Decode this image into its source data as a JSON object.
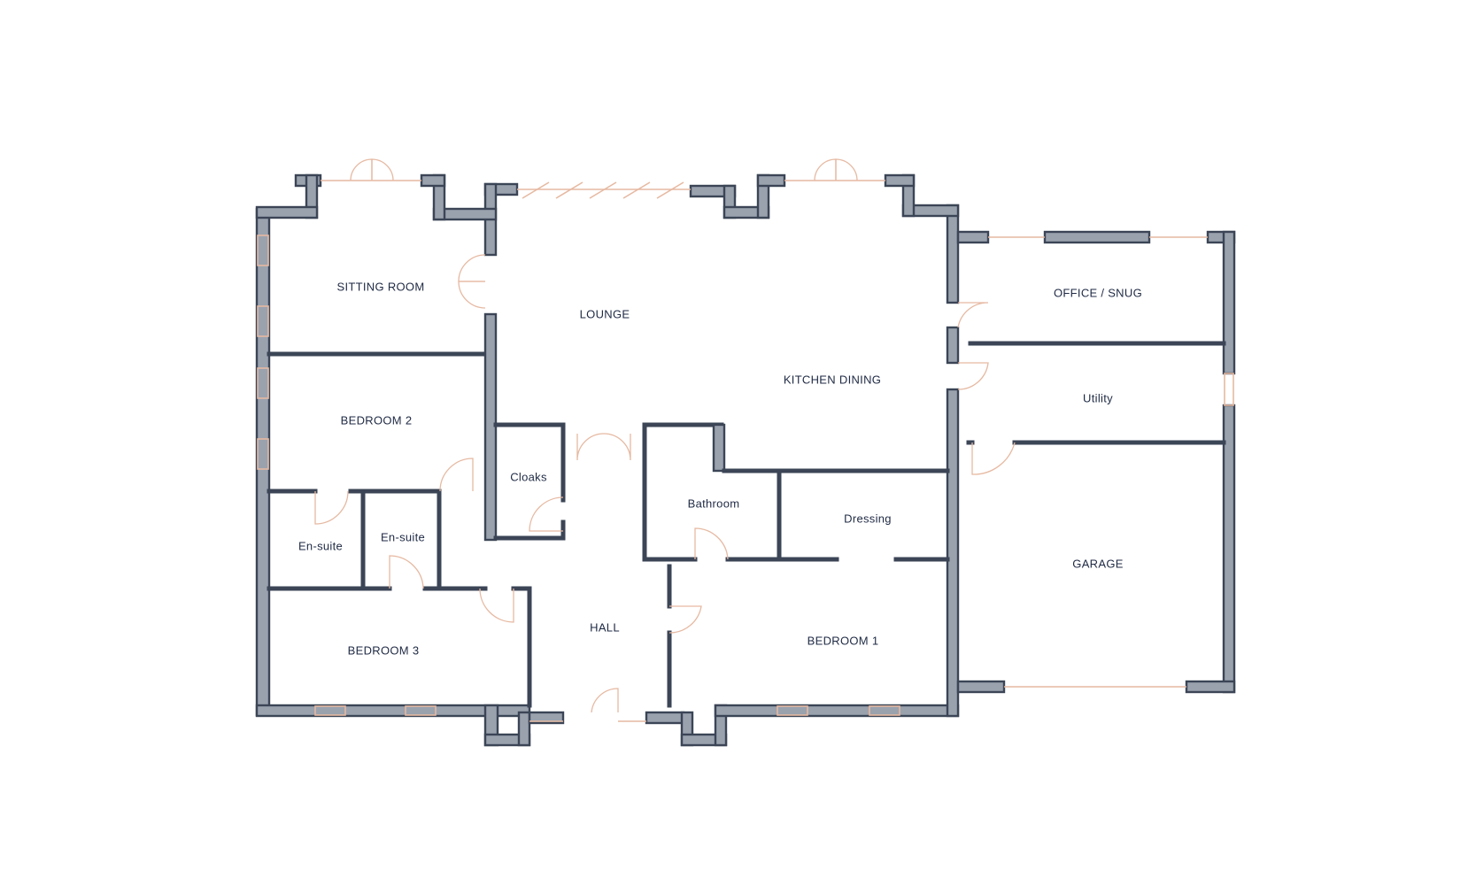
{
  "floorplan": {
    "colors": {
      "wall_outline": "#3b4556",
      "wall_fill": "#9aa2ae",
      "window_and_door": "#e6b9a2",
      "label": "#1f2a44",
      "background": "#ffffff"
    },
    "rooms": {
      "sitting_room": "SITTING ROOM",
      "lounge": "LOUNGE",
      "kitchen_dining": "KITCHEN DINING",
      "office_snug": "OFFICE / SNUG",
      "utility": "Utility",
      "bedroom_2": "BEDROOM 2",
      "cloaks": "Cloaks",
      "bathroom": "Bathroom",
      "dressing": "Dressing",
      "ensuite_a": "En-suite",
      "ensuite_b": "En-suite",
      "garage": "GARAGE",
      "hall": "HALL",
      "bedroom_1": "BEDROOM 1",
      "bedroom_3": "BEDROOM 3"
    }
  }
}
